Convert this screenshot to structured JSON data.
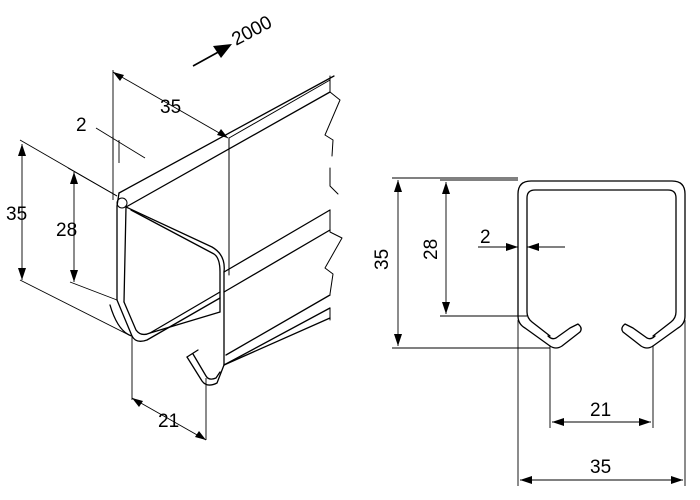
{
  "isometric_view": {
    "length_label": "2000",
    "width_label": "35",
    "height_label": "35",
    "inner_height_label": "28",
    "thickness_label": "2",
    "slot_label": "21"
  },
  "section_view": {
    "height_label": "35",
    "inner_height_label": "28",
    "thickness_label": "2",
    "slot_label": "21",
    "width_label": "35"
  },
  "colors": {
    "line": "#000000",
    "background": "#ffffff"
  }
}
